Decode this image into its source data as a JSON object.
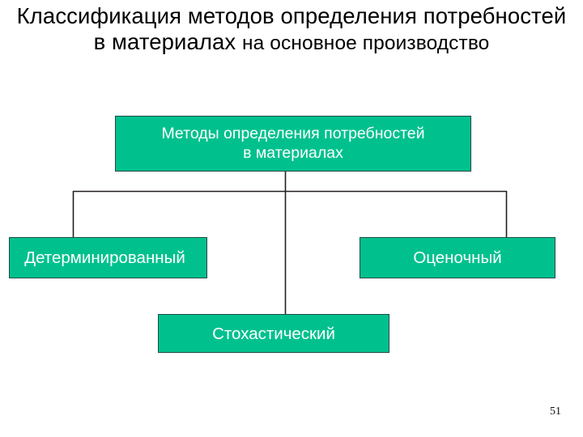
{
  "slide": {
    "title": {
      "main_text": "Классификация методов определения потребностей в материалах ",
      "sub_text": "на основное производство"
    },
    "page_number": "51",
    "colors": {
      "node_fill": "#00C18E",
      "node_border": "#1d4b46",
      "node_text": "#ffffff",
      "connector": "#231f20",
      "background": "#ffffff",
      "title_text": "#000000"
    }
  },
  "diagram": {
    "type": "hierarchy",
    "root": {
      "id": "root",
      "label": "Методы определения потребностей\nв материалах"
    },
    "children": [
      {
        "id": "determined",
        "label": "Детерминированный"
      },
      {
        "id": "stochastic",
        "label": "Стохастический"
      },
      {
        "id": "estimative",
        "label": "Оценочный"
      }
    ],
    "connector_description": "Вертикальная линия от корневого блока вниз, горизонтальная шина, вертикальные отводы к левому и правому блокам, центральный отвод к нижнему блоку"
  }
}
